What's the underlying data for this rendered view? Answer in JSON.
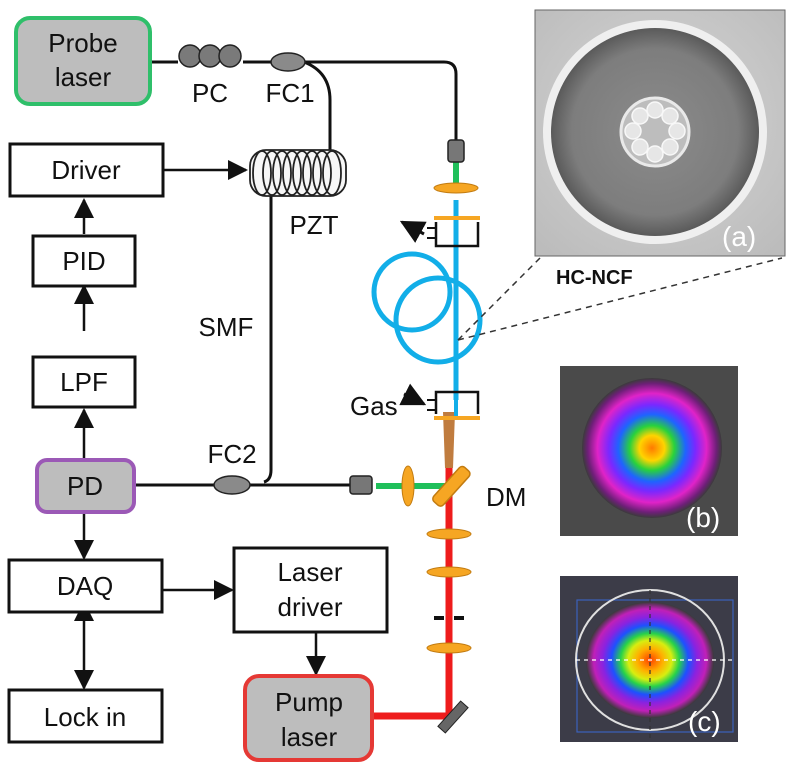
{
  "blocks": {
    "probe_laser": [
      "Probe",
      "laser"
    ],
    "driver": "Driver",
    "pid": "PID",
    "lpf": "LPF",
    "pd": "PD",
    "daq": "DAQ",
    "lock_in": "Lock in",
    "laser_driver": [
      "Laser",
      "driver"
    ],
    "pump_laser": [
      "Pump",
      "laser"
    ]
  },
  "labels": {
    "pc": "PC",
    "fc1": "FC1",
    "fc2": "FC2",
    "pzt": "PZT",
    "smf": "SMF",
    "gas": "Gas",
    "dm": "DM",
    "hc_ncf": "HC-NCF"
  },
  "panels": {
    "a": "(a)",
    "b": "(b)",
    "c": "(c)"
  },
  "colors": {
    "probe_border": "#2fbf6a",
    "pd_border": "#9b59b6",
    "pump_border": "#e53935",
    "hollow_fiber": "#12aee8",
    "pump_beam": "#ee1c1c",
    "probe_beam": "#1fbf5a",
    "lens": "#f6a623",
    "box_fill": "#bdbdbd"
  }
}
